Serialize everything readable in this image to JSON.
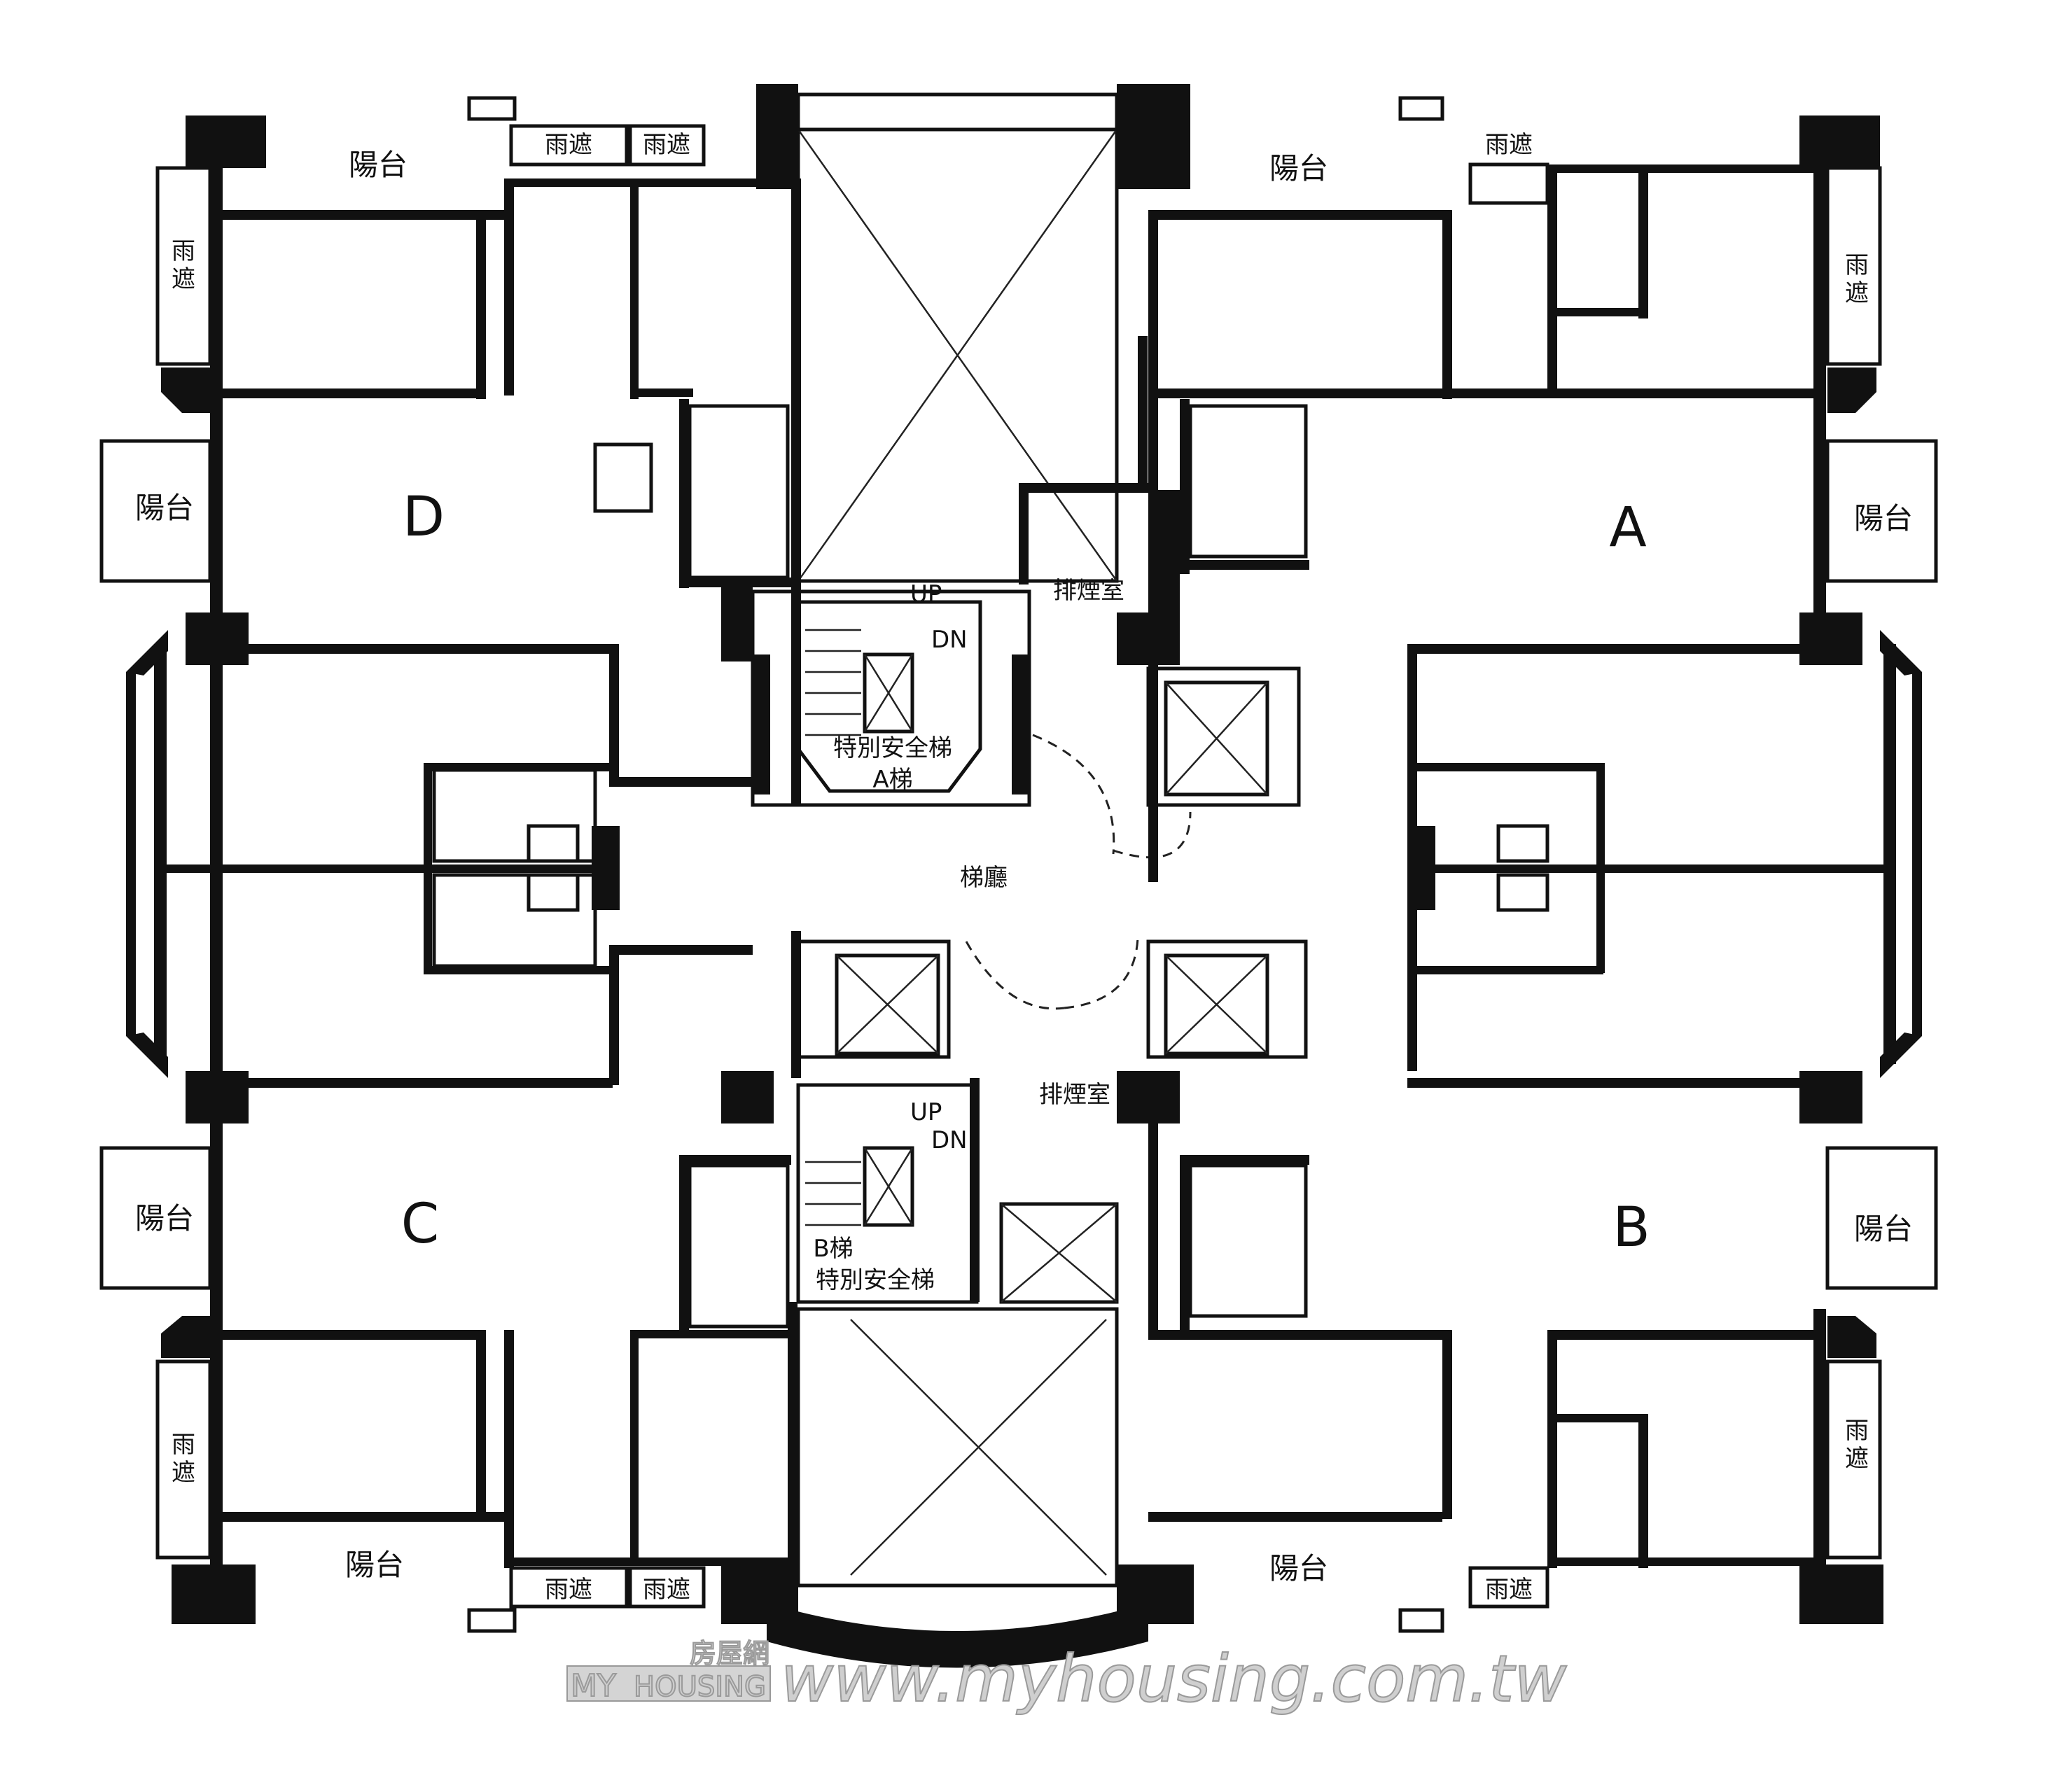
{
  "units": {
    "a": "A",
    "b": "B",
    "c": "C",
    "d": "D"
  },
  "labels": {
    "balcony": "陽台",
    "canopy": "雨遮",
    "canopy_top": "雨",
    "canopy_bottom": "遮",
    "smoke_room": "排煙室",
    "elevator_hall": "梯廳",
    "stair_special": "特別安全梯",
    "stair_a": "A梯",
    "stair_b": "B梯",
    "up": "UP",
    "dn": "DN"
  },
  "watermark": {
    "site": "www.myhousing.com.tw",
    "brand_en_my": "MY",
    "brand_en_housing": "HOUSING",
    "brand_zh": "房屋網"
  }
}
